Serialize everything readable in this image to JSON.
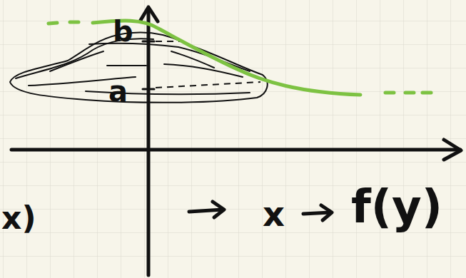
{
  "diagram": {
    "labels": [
      "b",
      "a",
      "x)",
      "x",
      "f(y)"
    ]
  }
}
